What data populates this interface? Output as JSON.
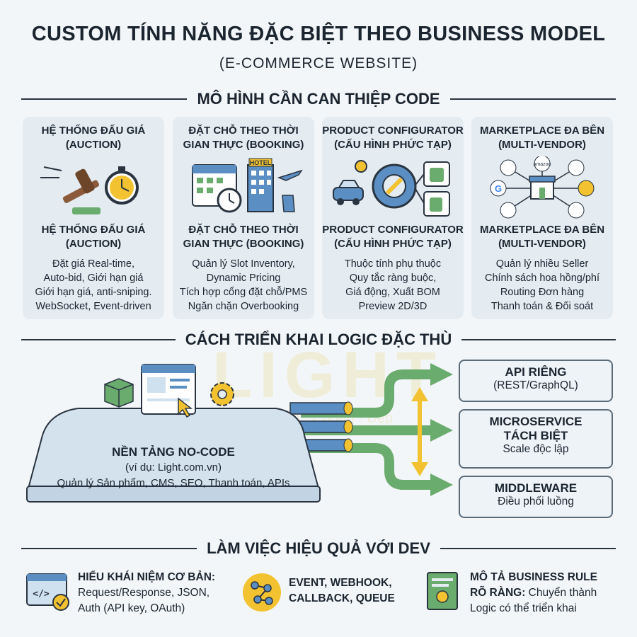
{
  "title": "CUSTOM TÍNH NĂNG ĐẶC BIỆT THEO BUSINESS MODEL",
  "subtitle": "(E-COMMERCE WEBSITE)",
  "section1": "MÔ HÌNH CẦN CAN THIỆP CODE",
  "section2": "CÁCH TRIỂN KHAI LOGIC ĐẶC THÙ",
  "section3": "LÀM VIỆC HIỆU QUẢ VỚI DEV",
  "cards": [
    {
      "top_title": [
        "HỆ THỐNG ĐẤU GIÁ",
        "(AUCTION)"
      ],
      "title": [
        "HỆ THỐNG ĐẤU GIÁ",
        "(AUCTION)"
      ],
      "lines": [
        "Đặt giá Real-time,",
        "Auto-bid, Giới hạn giá",
        "Giới hạn giá, anti-sniping.",
        "WebSocket, Event-driven"
      ]
    },
    {
      "top_title": [
        "ĐẶT CHỖ THEO THỜI",
        "GIAN THỰC (BOOKING)"
      ],
      "title": [
        "ĐẶT CHỖ THEO THỜI",
        "GIAN THỰC (BOOKING)"
      ],
      "lines": [
        "Quản lý Slot Inventory,",
        "Dynamic Pricing",
        "Tích hợp cổng đặt chỗ/PMS",
        "Ngăn chặn Overbooking"
      ],
      "icon_label": "HOTEL"
    },
    {
      "top_title": [
        "PRODUCT CONFIGURATOR",
        "(CẤU HÌNH PHỨC TẠP)"
      ],
      "title": [
        "PRODUCT CONFIGURATOR",
        "(CẤU HÌNH PHỨC TẠP)"
      ],
      "lines": [
        "Thuộc tính phụ thuộc",
        "Quy tắc ràng buộc,",
        "Giá động, Xuất BOM",
        "Preview 2D/3D"
      ]
    },
    {
      "top_title": [
        "MARKETPLACE ĐA BÊN",
        "(MULTI-VENDOR)"
      ],
      "title": [
        "MARKETPLACE ĐA BÊN",
        "(MULTI-VENDOR)"
      ],
      "lines": [
        "Quản lý nhiều Seller",
        "Chính sách hoa hồng/phí",
        "Routing Đơn hàng",
        "Thanh toán & Đối soát"
      ],
      "icon_labels": [
        "amazon",
        "G"
      ]
    }
  ],
  "platform": {
    "title": "NỀN TẢNG NO-CODE",
    "example": "(ví dụ: Light.com.vn)",
    "features": "Quản lý Sản phẩm, CMS, SEO, Thanh toán, APIs"
  },
  "options": [
    {
      "title": "API RIÊNG",
      "sub": "(REST/GraphQL)"
    },
    {
      "title": "MICROSERVICE",
      "title2": "TÁCH BIỆT",
      "sub": "Scale độc lập"
    },
    {
      "title": "MIDDLEWARE",
      "sub": "Điều phối luồng"
    }
  ],
  "tips": [
    {
      "bold": "HIỂU KHÁI NIỆM CƠ BẢN:",
      "text1": "Request/Response, JSON,",
      "text2": "Auth (API key, OAuth)",
      "icon_label": "</>"
    },
    {
      "bold1": "EVENT, WEBHOOK,",
      "bold2": "CALLBACK, QUEUE"
    },
    {
      "bold1": "MÔ TẢ BUSINESS RULE",
      "bold2": "RÕ RÀNG:",
      "text1": " Chuyển thành",
      "text2": "Logic có thể triển khai"
    }
  ],
  "watermark": {
    "logo": "LIGHT",
    "tagline": "Nhanh · Chuẩn · Đẹp"
  },
  "colors": {
    "card_bg": "#e4ecf2",
    "accent_yellow": "#f2c230",
    "accent_green": "#6aab6e",
    "pipe_blue": "#5b8fc4",
    "dark": "#2a3440"
  }
}
